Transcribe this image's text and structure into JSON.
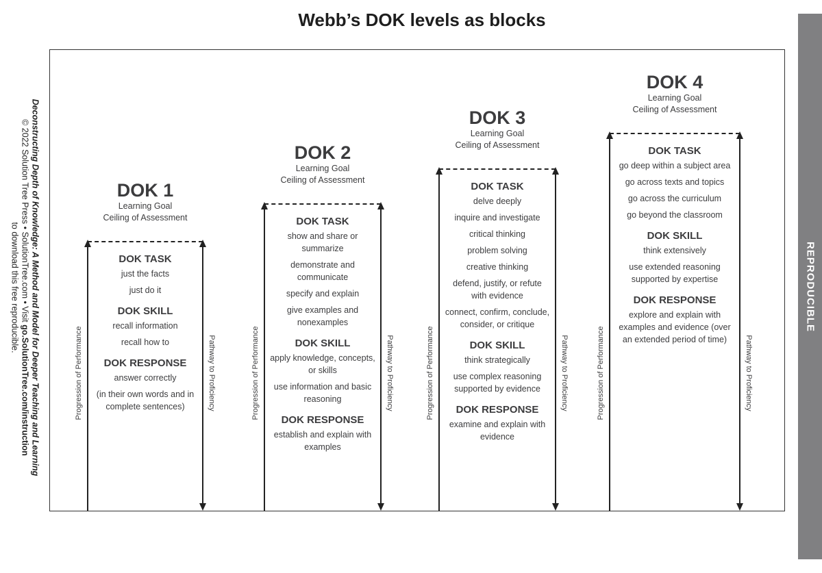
{
  "title": "Webb’s DOK levels as blocks",
  "sidebar_label": "REPRODUCIBLE",
  "credit": {
    "line1": "Deconstructing Depth of Knowledge: A Method and Model for Deeper Teaching and Learning",
    "line2_prefix": "© 2022 Solution Tree Press • SolutionTree.com • Visit ",
    "line2_link": "go.SolutionTree.com/instruction",
    "line3": "to download this free reproducible."
  },
  "left_axis_label": "Progression of Performance",
  "right_axis_label": "Pathway to Proficiency",
  "blocks": [
    {
      "title": "DOK 1",
      "subtitle1": "Learning Goal",
      "subtitle2": "Ceiling of Assessment",
      "sections": [
        {
          "heading": "DOK TASK",
          "items": [
            "just the facts",
            "just do it"
          ]
        },
        {
          "heading": "DOK SKILL",
          "items": [
            "recall information",
            "recall how to"
          ]
        },
        {
          "heading": "DOK RESPONSE",
          "items": [
            "answer correctly",
            "(in their own words and in complete sentences)"
          ]
        }
      ]
    },
    {
      "title": "DOK 2",
      "subtitle1": "Learning Goal",
      "subtitle2": "Ceiling of Assessment",
      "sections": [
        {
          "heading": "DOK TASK",
          "items": [
            "show and share or summarize",
            "demonstrate and communicate",
            "specify and explain",
            "give examples and nonexamples"
          ]
        },
        {
          "heading": "DOK SKILL",
          "items": [
            "apply knowledge, concepts, or skills",
            "use information and basic reasoning"
          ]
        },
        {
          "heading": "DOK RESPONSE",
          "items": [
            "establish and explain with examples"
          ]
        }
      ]
    },
    {
      "title": "DOK 3",
      "subtitle1": "Learning Goal",
      "subtitle2": "Ceiling of Assessment",
      "sections": [
        {
          "heading": "DOK TASK",
          "items": [
            "delve deeply",
            "inquire and investigate",
            "critical thinking",
            "problem solving",
            "creative thinking",
            "defend, justify, or refute with evidence",
            "connect, confirm, conclude, consider, or critique"
          ]
        },
        {
          "heading": "DOK SKILL",
          "items": [
            "think strategically",
            "use complex reasoning supported by evidence"
          ]
        },
        {
          "heading": "DOK RESPONSE",
          "items": [
            "examine and explain with evidence"
          ]
        }
      ]
    },
    {
      "title": "DOK 4",
      "subtitle1": "Learning Goal",
      "subtitle2": "Ceiling of Assessment",
      "sections": [
        {
          "heading": "DOK TASK",
          "items": [
            "go deep within a subject area",
            "go across texts and topics",
            "go across the curriculum",
            "go beyond the classroom"
          ]
        },
        {
          "heading": "DOK SKILL",
          "items": [
            "think extensively",
            "use extended reasoning supported by expertise"
          ]
        },
        {
          "heading": "DOK RESPONSE",
          "items": [
            "explore and explain with examples and evidence (over an extended period of time)"
          ]
        }
      ]
    }
  ]
}
